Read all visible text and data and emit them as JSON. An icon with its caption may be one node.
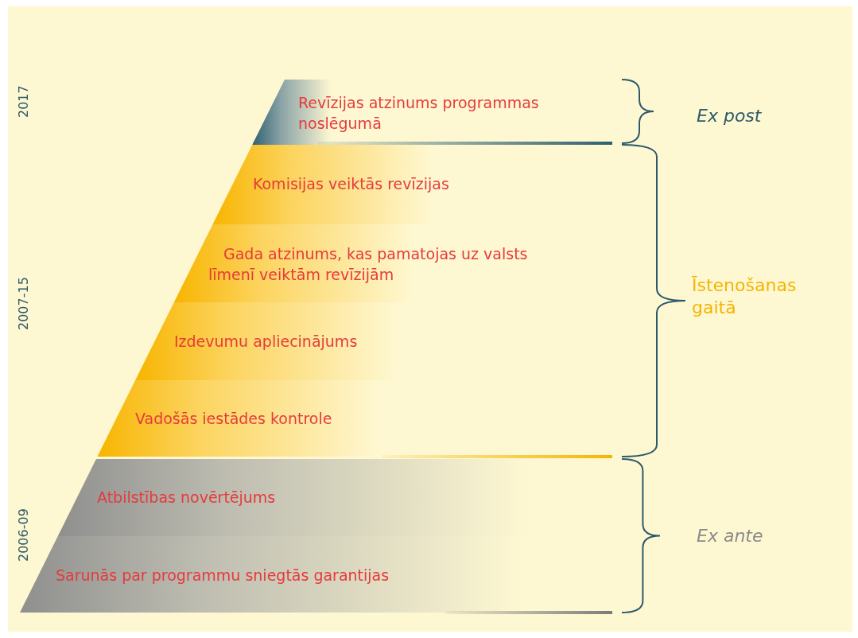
{
  "diagram": {
    "nodes": [
      {
        "text": [
          "Revīzijas atzinums programmas noslēgumā"
        ]
      },
      {
        "text": [
          "Komisijas veiktās revīzijas"
        ]
      },
      {
        "text": [
          "Gada atzinums, kas pamatojas uz valsts līmenī veiktām revīzijām"
        ]
      },
      {
        "text": [
          "Izdevumu apliecinājums"
        ]
      },
      {
        "text": [
          "Vadošās iestādes kontrole"
        ]
      },
      {
        "text": [
          "Atbilstības novērtējums"
        ]
      },
      {
        "text": [
          "Sarunās par programmu sniegtās garantijas"
        ]
      }
    ],
    "edges": [],
    "labels": [
      "2017",
      "Ex post",
      "2007-15",
      "Īstenošanas gaitā",
      "2006-09",
      "Ex ante"
    ]
  }
}
